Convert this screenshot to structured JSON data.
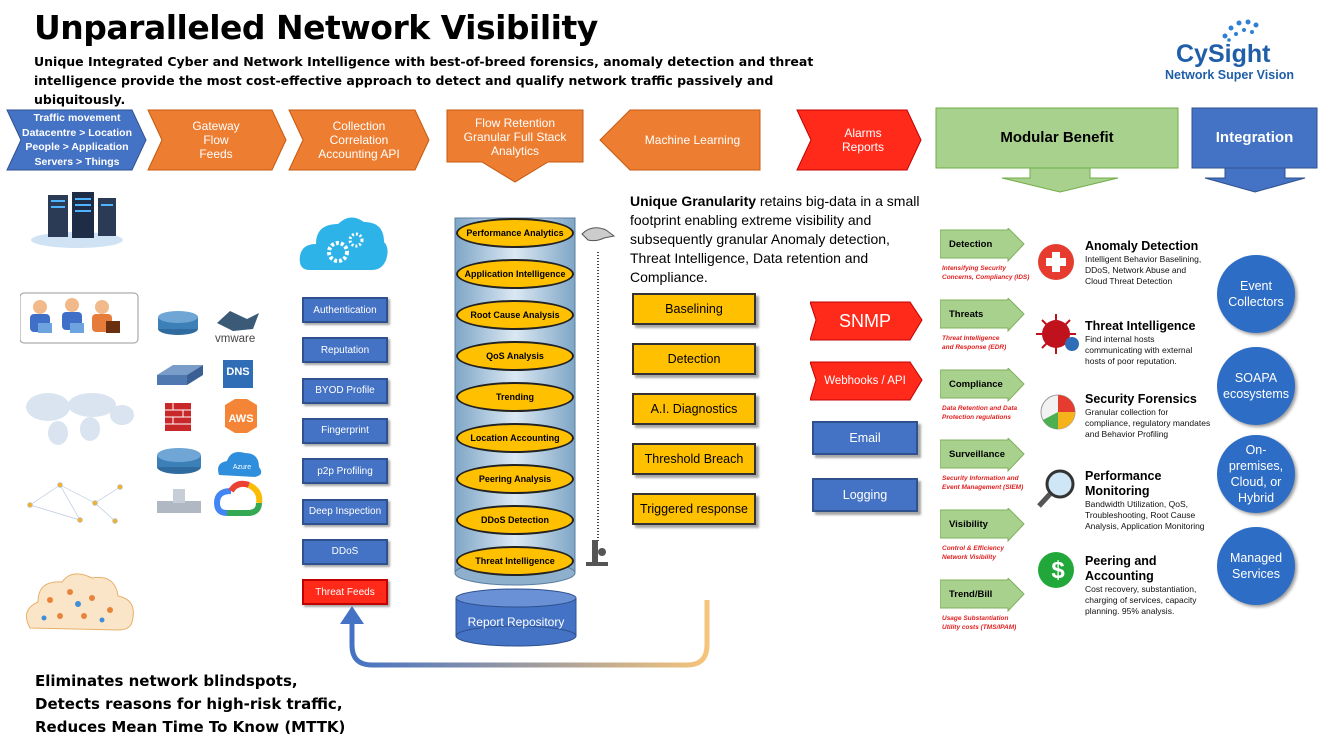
{
  "title": "Unparalleled Network Visibility",
  "subtitle": "Unique Integrated Cyber and Network Intelligence with best-of-breed forensics, anomaly detection and threat intelligence provide the most cost-effective approach to detect and qualify network traffic passively and ubiquitously.",
  "brand": {
    "name": "CySight",
    "tagline": "Network Super Vision"
  },
  "flow": {
    "traffic": [
      "Traffic movement",
      "Datacentre > Location",
      "People > Application",
      "Servers > Things"
    ],
    "gateway": [
      "Gateway",
      "Flow",
      "Feeds"
    ],
    "collection": [
      "Collection",
      "Correlation",
      "Accounting API"
    ],
    "retention": [
      "Flow Retention",
      "Granular Full Stack",
      "Analytics"
    ],
    "ml": "Machine Learning",
    "alarms": [
      "Alarms",
      "Reports"
    ],
    "modular": "Modular Benefit",
    "integration": "Integration"
  },
  "vendors": {
    "vmware": "vmware",
    "dns": "DNS",
    "aws": "AWS",
    "azure": "Azure"
  },
  "collection_items": [
    "Authentication",
    "Reputation",
    "BYOD Profile",
    "Fingerprint",
    "p2p Profiling",
    "Deep Inspection",
    "DDoS",
    "Threat Feeds"
  ],
  "stack_layers": [
    "Performance Analytics",
    "Application Intelligence",
    "Root Cause Analysis",
    "QoS Analysis",
    "Trending",
    "Location Accounting",
    "Peering Analysis",
    "DDoS Detection",
    "Threat Intelligence"
  ],
  "report_repository": "Report Repository",
  "granularity": {
    "bold": "Unique Granularity",
    "text": " retains big-data in a small footprint enabling extreme visibility and subsequently granular Anomaly detection, Threat Intelligence, Data retention and Compliance."
  },
  "actions": [
    "Baselining",
    "Detection",
    "A.I. Diagnostics",
    "Threshold Breach",
    "Triggered response"
  ],
  "outputs": {
    "snmp": "SNMP",
    "webhooks": "Webhooks / API",
    "email": "Email",
    "logging": "Logging"
  },
  "benefits": [
    {
      "label": "Detection",
      "sub": [
        "Intensifying Security",
        "Concerns, Compliancy (IDS)"
      ]
    },
    {
      "label": "Threats",
      "sub": [
        "Threat Intelligence",
        "and Response (EDR)"
      ]
    },
    {
      "label": "Compliance",
      "sub": [
        "Data Retention and Data",
        "Protection regulations"
      ]
    },
    {
      "label": "Surveillance",
      "sub": [
        "Security Information and",
        "Event Management (SIEM)"
      ]
    },
    {
      "label": "Visibility",
      "sub": [
        "Control & Efficiency",
        "Network Visibility"
      ]
    },
    {
      "label": "Trend/Bill",
      "sub": [
        "Usage Substantiation",
        "Utility costs (TMS/IPAM)"
      ]
    }
  ],
  "features": [
    {
      "title": "Anomaly Detection",
      "desc": [
        "Intelligent Behavior Baselining,",
        "DDoS, Network Abuse and",
        "Cloud Threat Detection"
      ]
    },
    {
      "title": "Threat Intelligence",
      "desc": [
        "Find internal hosts",
        "communicating with external",
        "hosts of poor reputation."
      ]
    },
    {
      "title": "Security Forensics",
      "desc": [
        "Granular collection for",
        "compliance, regulatory mandates",
        "and Behavior Profiling"
      ]
    },
    {
      "title": "Performance Monitoring",
      "desc": [
        "Bandwidth Utilization, QoS,",
        "Troubleshooting, Root Cause",
        "Analysis, Application Monitoring"
      ]
    },
    {
      "title": "Peering and Accounting",
      "desc": [
        "Cost recovery, substantiation,",
        "charging of services, capacity",
        "planning. 95% analysis."
      ]
    }
  ],
  "integration_items": [
    "Event Collectors",
    "SOAPA ecosystems",
    "On-premises, Cloud, or Hybrid",
    "Managed Services"
  ],
  "bottom_lines": [
    "Eliminates network blindspots,",
    "Detects reasons for high-risk traffic,",
    "Reduces Mean Time To Know (MTTK)"
  ],
  "colors": {
    "blue": "#4472c4",
    "orange": "#ed7d31",
    "red": "#ff2a1a",
    "yellow": "#ffc000",
    "green": "#a9d18e",
    "brand": "#1f5ea8"
  }
}
